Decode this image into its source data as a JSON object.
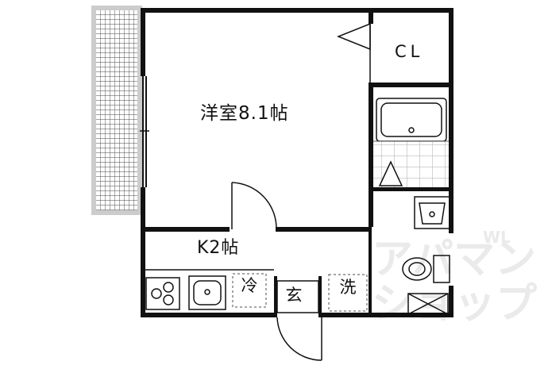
{
  "rooms": {
    "western_room": "洋室8.1帖",
    "closet": "CL",
    "kitchen": "K2帖"
  },
  "fixtures": {
    "fridge": "冷",
    "entrance": "玄",
    "washer": "洗"
  },
  "watermark": {
    "text_line1": "アパマン",
    "text_line2": "ショップ",
    "mark": "WL"
  },
  "colors": {
    "wall": "#111111",
    "tile": "#b8b8b8",
    "watermark": "#e6e6e6"
  }
}
